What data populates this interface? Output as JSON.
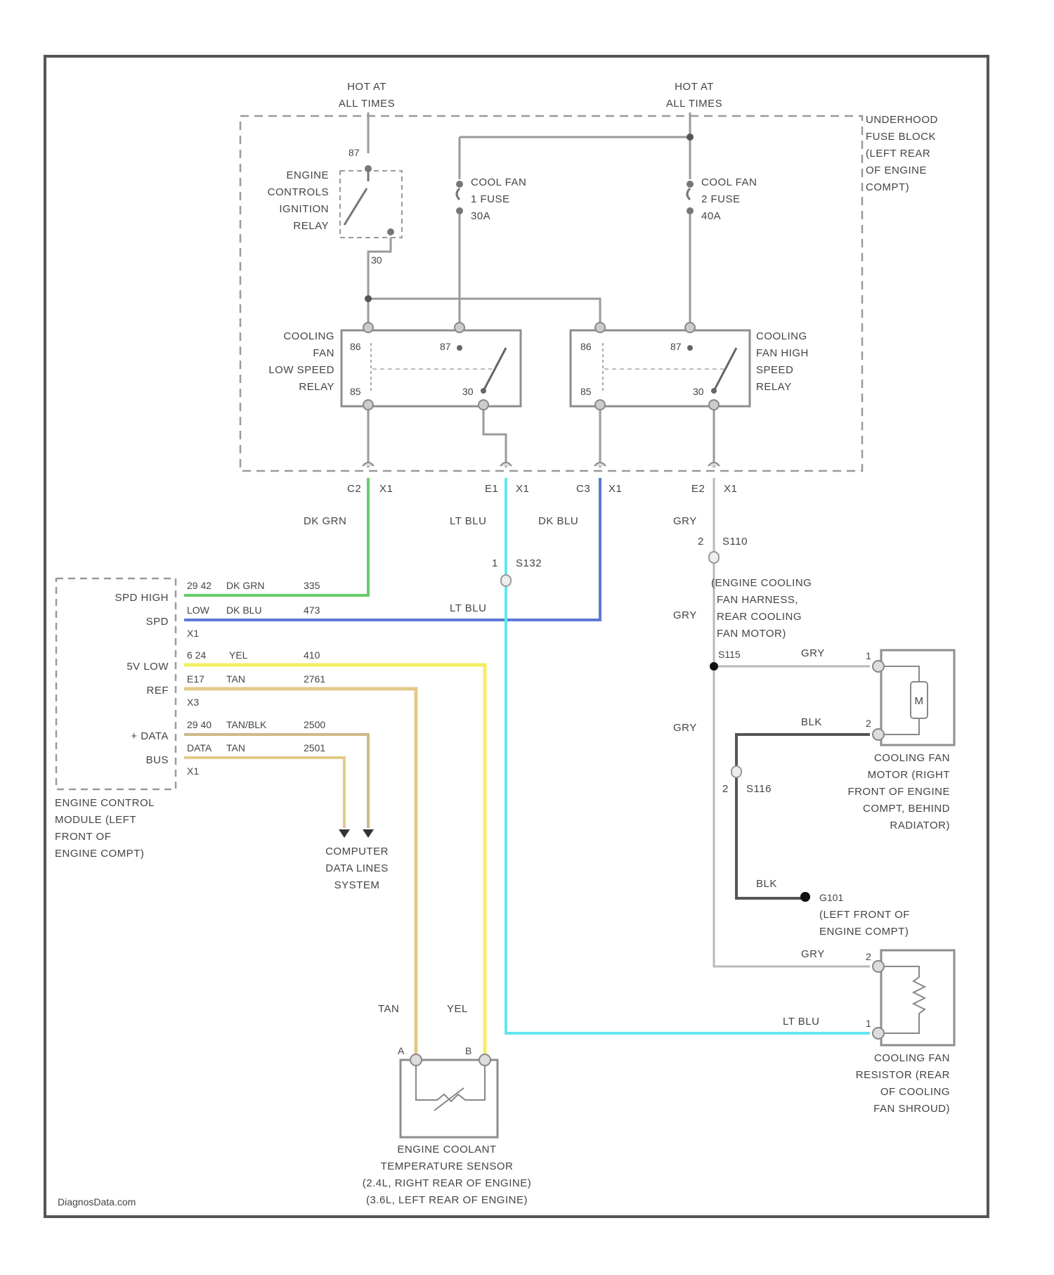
{
  "colors": {
    "dk_grn": "#66cc66",
    "dk_blu": "#5b79d8",
    "lt_blu": "#5fe8f0",
    "yel": "#f2ee62",
    "tan": "#e3c98a",
    "gry": "#b8b8b8",
    "blk": "#555555"
  },
  "power": {
    "hot_left_1": "HOT AT",
    "hot_left_2": "ALL TIMES",
    "hot_right_1": "HOT AT",
    "hot_right_2": "ALL TIMES"
  },
  "fuse_block": {
    "label": [
      "UNDERHOOD",
      "FUSE BLOCK",
      "(LEFT REAR",
      "OF ENGINE",
      "COMPT)"
    ]
  },
  "ignition_relay": {
    "label": [
      "ENGINE",
      "CONTROLS",
      "IGNITION",
      "RELAY"
    ],
    "pin_top": "87",
    "pin_bottom": "30"
  },
  "fuses": {
    "fuse1": [
      "COOL FAN",
      "1 FUSE",
      "30A"
    ],
    "fuse2": [
      "COOL FAN",
      "2 FUSE",
      "40A"
    ]
  },
  "low_relay": {
    "label": [
      "COOLING",
      "FAN",
      "LOW SPEED",
      "RELAY"
    ],
    "pins": {
      "tl": "86",
      "bl": "85",
      "tr": "87",
      "br": "30"
    }
  },
  "high_relay": {
    "label": [
      "COOLING",
      "FAN HIGH",
      "SPEED",
      "RELAY"
    ],
    "pins": {
      "tl": "86",
      "bl": "85",
      "tr": "87",
      "br": "30"
    }
  },
  "connectors": {
    "c2": {
      "pin": "C2",
      "conn": "X1"
    },
    "e1": {
      "pin": "E1",
      "conn": "X1"
    },
    "c3": {
      "pin": "C3",
      "conn": "X1"
    },
    "e2": {
      "pin": "E2",
      "conn": "X1"
    }
  },
  "wires": {
    "dk_grn": "DK GRN",
    "lt_blu_1": "LT BLU",
    "dk_blu": "DK BLU",
    "gry_1": "GRY",
    "s110_top_pin": "2",
    "s110_top": "S110",
    "s132_pin": "1",
    "s132": "S132",
    "lt_blu_2": "LT BLU",
    "gry_2": "GRY",
    "harness": [
      "(ENGINE COOLING",
      "FAN HARNESS,",
      "REAR COOLING",
      "FAN MOTOR)"
    ],
    "s115": "S115",
    "gry_3": "GRY",
    "gry_4": "GRY",
    "blk_1": "BLK",
    "s116_pin": "2",
    "s116": "S116",
    "blk_2": "BLK",
    "gry_5": "GRY",
    "lt_blu_3": "LT BLU",
    "tan": "TAN",
    "yel": "YEL"
  },
  "ecm": {
    "rows": [
      {
        "label": "SPD HIGH",
        "pin": "29 42",
        "color": "DK GRN",
        "circuit": "335"
      },
      {
        "label": "SPD",
        "pin": "LOW",
        "color": "DK BLU",
        "circuit": "473"
      },
      {
        "label": "X1",
        "pin": "",
        "color": "",
        "circuit": ""
      },
      {
        "label": "5V LOW",
        "pin": "6 24",
        "color": "YEL",
        "circuit": "410"
      },
      {
        "label": "REF",
        "pin": "E17",
        "color": "TAN",
        "circuit": "2761"
      },
      {
        "label": "X3",
        "pin": "",
        "color": "",
        "circuit": ""
      },
      {
        "label": "+ DATA",
        "pin": "29 40",
        "color": "TAN/BLK",
        "circuit": "2500"
      },
      {
        "label": "BUS",
        "pin": "DATA",
        "color": "TAN",
        "circuit": "2501"
      },
      {
        "label": "X1",
        "pin": "",
        "color": "",
        "circuit": ""
      }
    ],
    "label": [
      "ENGINE CONTROL",
      "MODULE (LEFT",
      "FRONT OF",
      "ENGINE COMPT)"
    ]
  },
  "data_lines": [
    "COMPUTER",
    "DATA LINES",
    "SYSTEM"
  ],
  "fan_motor": {
    "symbol": "M",
    "pin1": "1",
    "pin2": "2",
    "label": [
      "COOLING FAN",
      "MOTOR (RIGHT",
      "FRONT OF ENGINE",
      "COMPT, BEHIND",
      "RADIATOR)"
    ]
  },
  "ground": {
    "id": "G101",
    "label": [
      "(LEFT FRONT OF",
      "ENGINE COMPT)"
    ]
  },
  "fan_resistor": {
    "pin2": "2",
    "pin1": "1",
    "label": [
      "COOLING FAN",
      "RESISTOR (REAR",
      "OF COOLING",
      "FAN SHROUD)"
    ]
  },
  "sensor": {
    "pinA": "A",
    "pinB": "B",
    "label": [
      "ENGINE COOLANT",
      "TEMPERATURE SENSOR",
      "(2.4L, RIGHT REAR OF ENGINE)",
      "(3.6L, LEFT REAR OF ENGINE)"
    ]
  },
  "footer": "DiagnosData.com"
}
